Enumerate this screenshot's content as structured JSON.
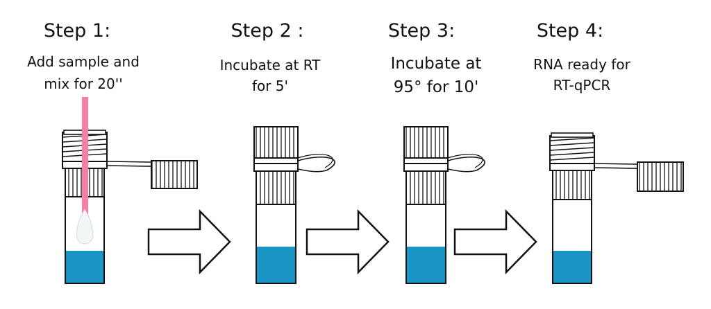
{
  "colors": {
    "liquid": "#1b95c6",
    "swab_stick": "#f47ea5",
    "swab_tip": "#f3f6f7",
    "outline": "#111111"
  },
  "steps": [
    {
      "title": "Step 1:",
      "desc": [
        "Add sample and",
        "mix for 20''"
      ],
      "cap": "open",
      "swab": true,
      "icons": [
        "tube-icon",
        "swab-icon"
      ]
    },
    {
      "title": "Step 2 :",
      "desc": [
        "Incubate at RT",
        "for 5'"
      ],
      "cap": "closed",
      "swab": false,
      "icons": [
        "tube-icon"
      ]
    },
    {
      "title": "Step 3:",
      "desc": [
        "Incubate at",
        "95° for 10'"
      ],
      "cap": "closed",
      "swab": false,
      "icons": [
        "tube-icon"
      ]
    },
    {
      "title": "Step 4:",
      "desc": [
        "RNA ready for",
        "RT-qPCR"
      ],
      "cap": "open",
      "swab": false,
      "icons": [
        "tube-icon"
      ]
    }
  ],
  "arrows": [
    "arrow-right-icon",
    "arrow-right-icon",
    "arrow-right-icon"
  ]
}
